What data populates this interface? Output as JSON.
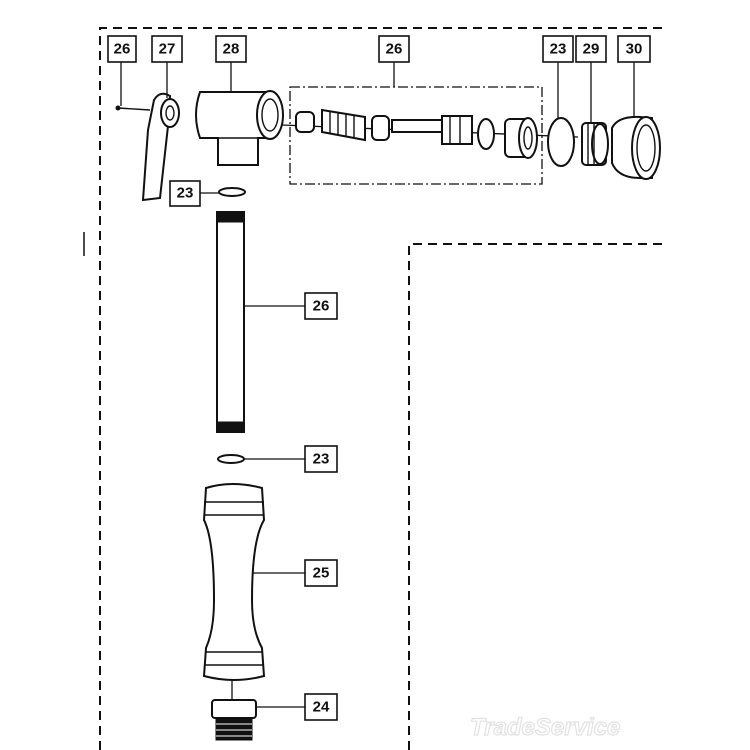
{
  "callouts": {
    "c26_lever_pin": "26",
    "c27_lever": "27",
    "c28_body": "28",
    "c26_valve_group": "26",
    "c23_top_ring": "23",
    "c29_nut": "29",
    "c30_cap": "30",
    "c23_upper": "23",
    "c26_tube": "26",
    "c23_lower": "23",
    "c25_handle": "25",
    "c24_fitting": "24"
  },
  "watermark": "TradeService"
}
